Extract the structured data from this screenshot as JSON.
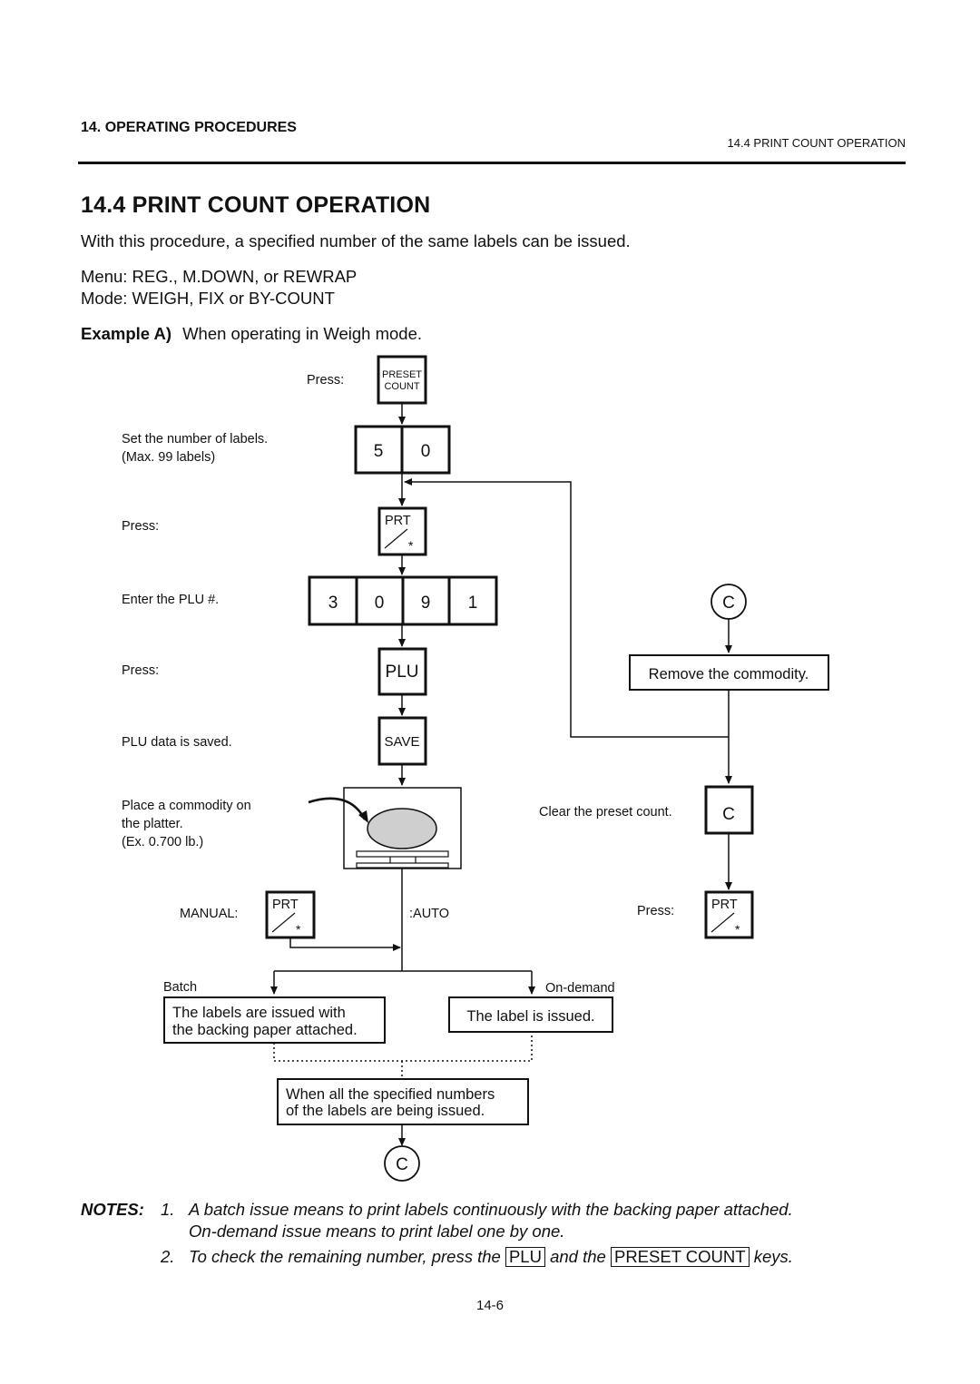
{
  "header": {
    "chapter": "14. OPERATING PROCEDURES",
    "section_ref": "14.4 PRINT COUNT OPERATION"
  },
  "title": "14.4  PRINT COUNT OPERATION",
  "intro": "With this procedure, a specified number of the same labels can be issued.",
  "menu_line": "Menu:  REG., M.DOWN, or REWRAP",
  "mode_line": "Mode:  WEIGH, FIX or BY-COUNT",
  "example": {
    "label": "Example A)",
    "text": "When operating in Weigh mode."
  },
  "flow": {
    "press_1": "Press:",
    "preset_key_l1": "PRESET",
    "preset_key_l2": "COUNT",
    "set_number_l1": "Set the number of labels.",
    "set_number_l2": "(Max. 99 labels)",
    "count_digits": [
      "5",
      "0"
    ],
    "press_2": "Press:",
    "prt_key": "PRT",
    "prt_star": "*",
    "enter_plu": "Enter the PLU #.",
    "plu_digits": [
      "3",
      "0",
      "9",
      "1"
    ],
    "press_3": "Press:",
    "plu_key": "PLU",
    "plu_saved": "PLU data is saved.",
    "save_key": "SAVE",
    "place_l1": "Place a commodity on",
    "place_l2": "the platter.",
    "place_l3": "(Ex. 0.700 lb.)",
    "manual_label": "MANUAL:",
    "auto_label": ":AUTO",
    "batch_label": "Batch",
    "ondemand_label": "On-demand",
    "batch_box_l1": "The labels are issued with",
    "batch_box_l2": "the backing paper attached.",
    "ondemand_box": "The label is issued.",
    "all_issued_l1": "When all the specified numbers",
    "all_issued_l2": "of the labels are being issued.",
    "connector": "C",
    "remove": "Remove the commodity.",
    "clear_preset": "Clear the preset count.",
    "clear_key": "C",
    "press_4": "Press:"
  },
  "notes": {
    "label": "NOTES:",
    "n1_num": "1.",
    "n1_l1": "A batch issue means to print labels continuously with the backing paper attached.",
    "n1_l2": "On-demand issue means to print label one by one.",
    "n2_num": "2.",
    "n2_a": "To check the remaining number, press the",
    "n2_key1": "PLU",
    "n2_b": "and the",
    "n2_key2": "PRESET COUNT",
    "n2_c": "keys."
  },
  "page_number": "14-6"
}
